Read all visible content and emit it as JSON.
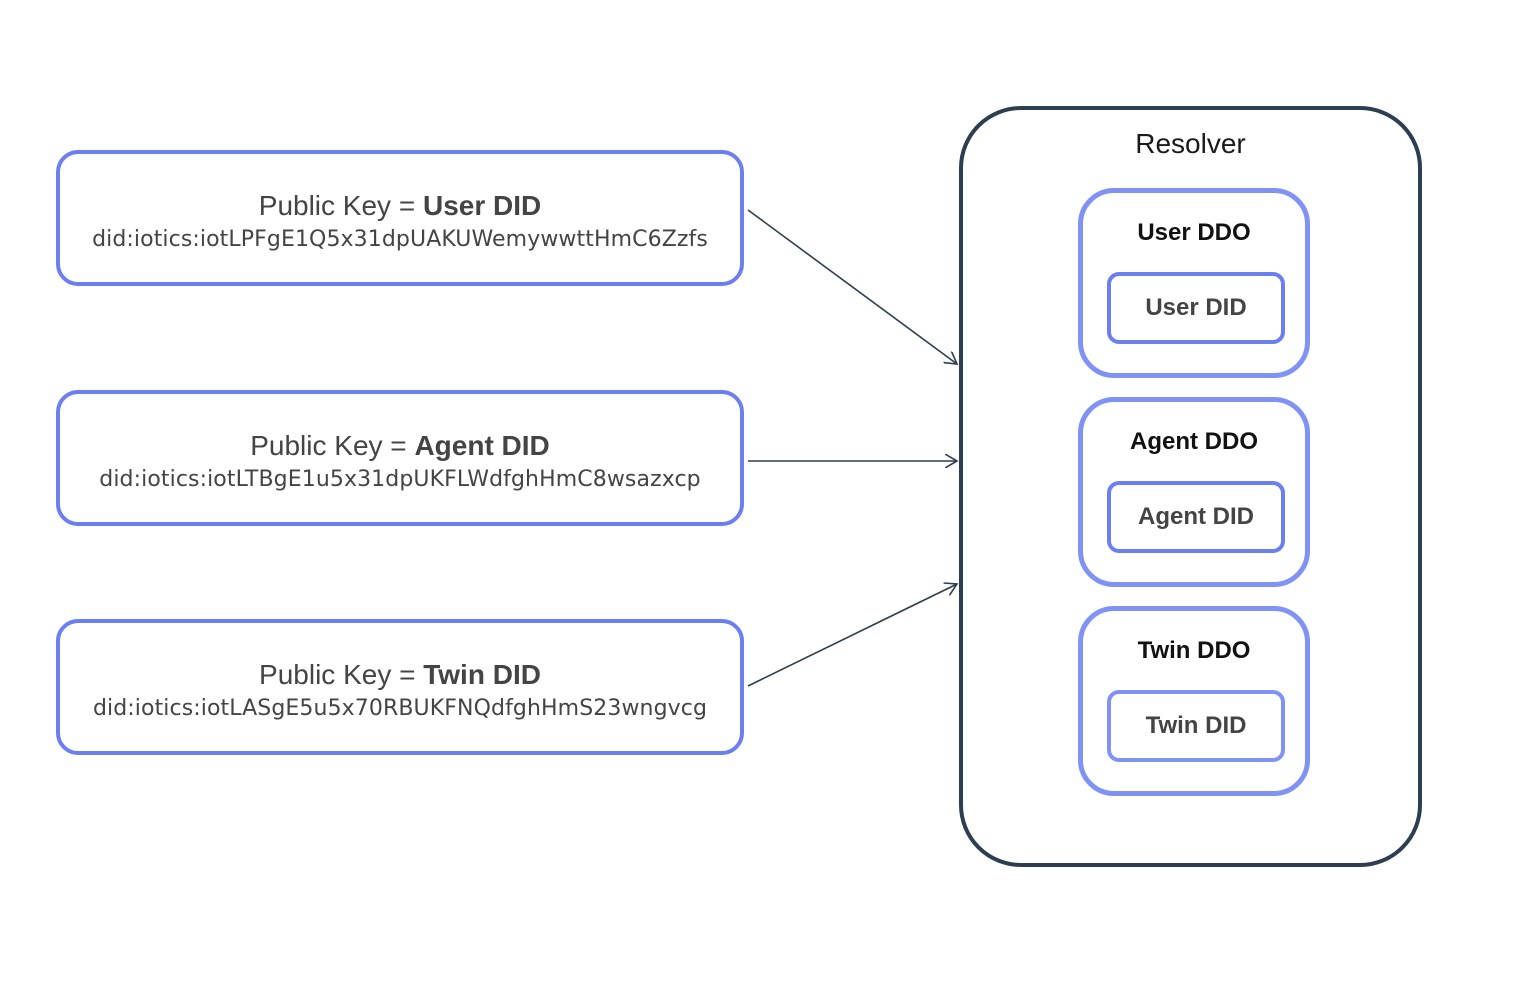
{
  "keys": [
    {
      "prefix": "Public Key = ",
      "entity": "User DID",
      "did": "did:iotics:iotLPFgE1Q5x31dpUAKUWemywwttHmC6Zzfs"
    },
    {
      "prefix": "Public Key = ",
      "entity": "Agent DID",
      "did": "did:iotics:iotLTBgE1u5x31dpUKFLWdfghHmC8wsazxcp"
    },
    {
      "prefix": "Public Key = ",
      "entity": "Twin DID",
      "did": "did:iotics:iotLASgE5u5x70RBUKFNQdfghHmS23wngvcg"
    }
  ],
  "resolver": {
    "title": "Resolver",
    "ddos": [
      {
        "title": "User DDO",
        "did_label": "User DID"
      },
      {
        "title": "Agent DDO",
        "did_label": "Agent DID"
      },
      {
        "title": "Twin DDO",
        "did_label": "Twin DID"
      }
    ]
  },
  "colors": {
    "key_border": "#6b7ff0",
    "ddo_border": "#8093f5",
    "resolver_border": "#2c3e50",
    "arrow": "#2c3e50"
  }
}
